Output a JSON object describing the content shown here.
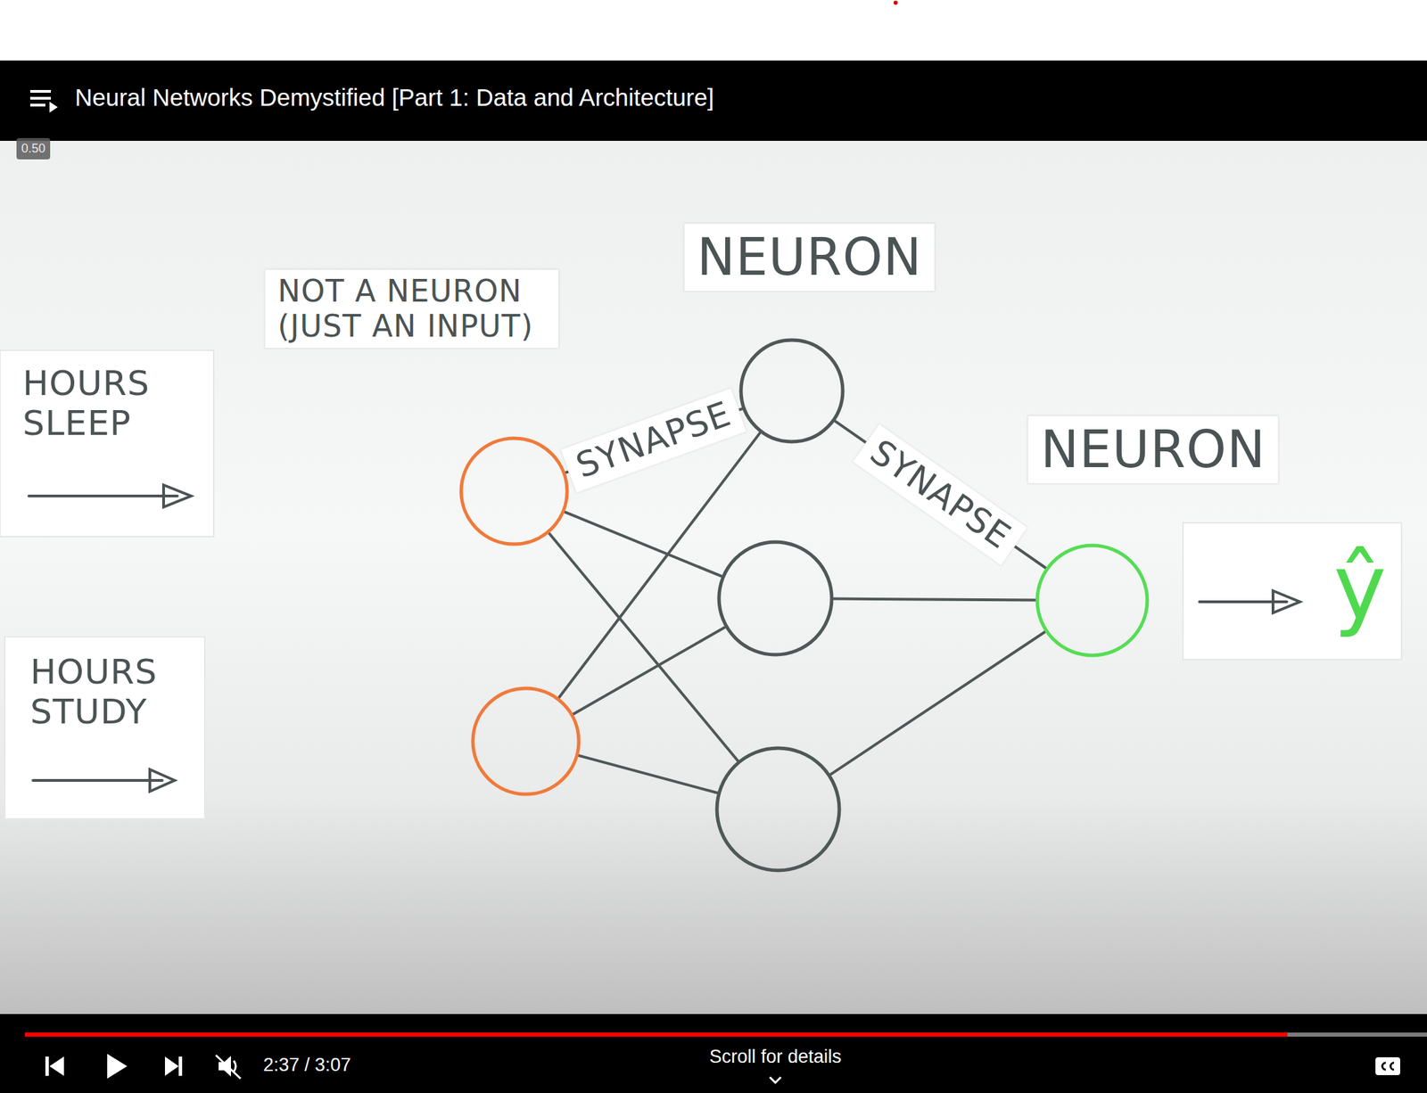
{
  "diagram": {
    "title": "Neural Networks Demystified [Part 1: Data and Architecture]",
    "nodes": [
      {
        "text": [
          "NOT A NEURON (JUST AN INPUT)"
        ]
      },
      {
        "text": []
      },
      {
        "text": [
          "NEURON"
        ]
      },
      {
        "text": []
      },
      {
        "text": []
      },
      {
        "text": [
          "NEURON"
        ]
      }
    ],
    "edges": [
      {
        "from": 0,
        "to": 2,
        "arrow": "none",
        "label": "SYNAPSE"
      },
      {
        "from": 0,
        "to": 3,
        "arrow": "none"
      },
      {
        "from": 0,
        "to": 4,
        "arrow": "none"
      },
      {
        "from": 1,
        "to": 2,
        "arrow": "none"
      },
      {
        "from": 1,
        "to": 3,
        "arrow": "none"
      },
      {
        "from": 1,
        "to": 4,
        "arrow": "none"
      },
      {
        "from": 2,
        "to": 5,
        "arrow": "none",
        "label": "SYNAPSE"
      },
      {
        "from": 3,
        "to": 5,
        "arrow": "none"
      },
      {
        "from": 4,
        "to": 5,
        "arrow": "none"
      }
    ],
    "labels": [
      "0.50",
      "HOURS SLEEP",
      "HOURS STUDY",
      "ŷ",
      "2:37 / 3:07",
      "Scroll for details"
    ]
  }
}
